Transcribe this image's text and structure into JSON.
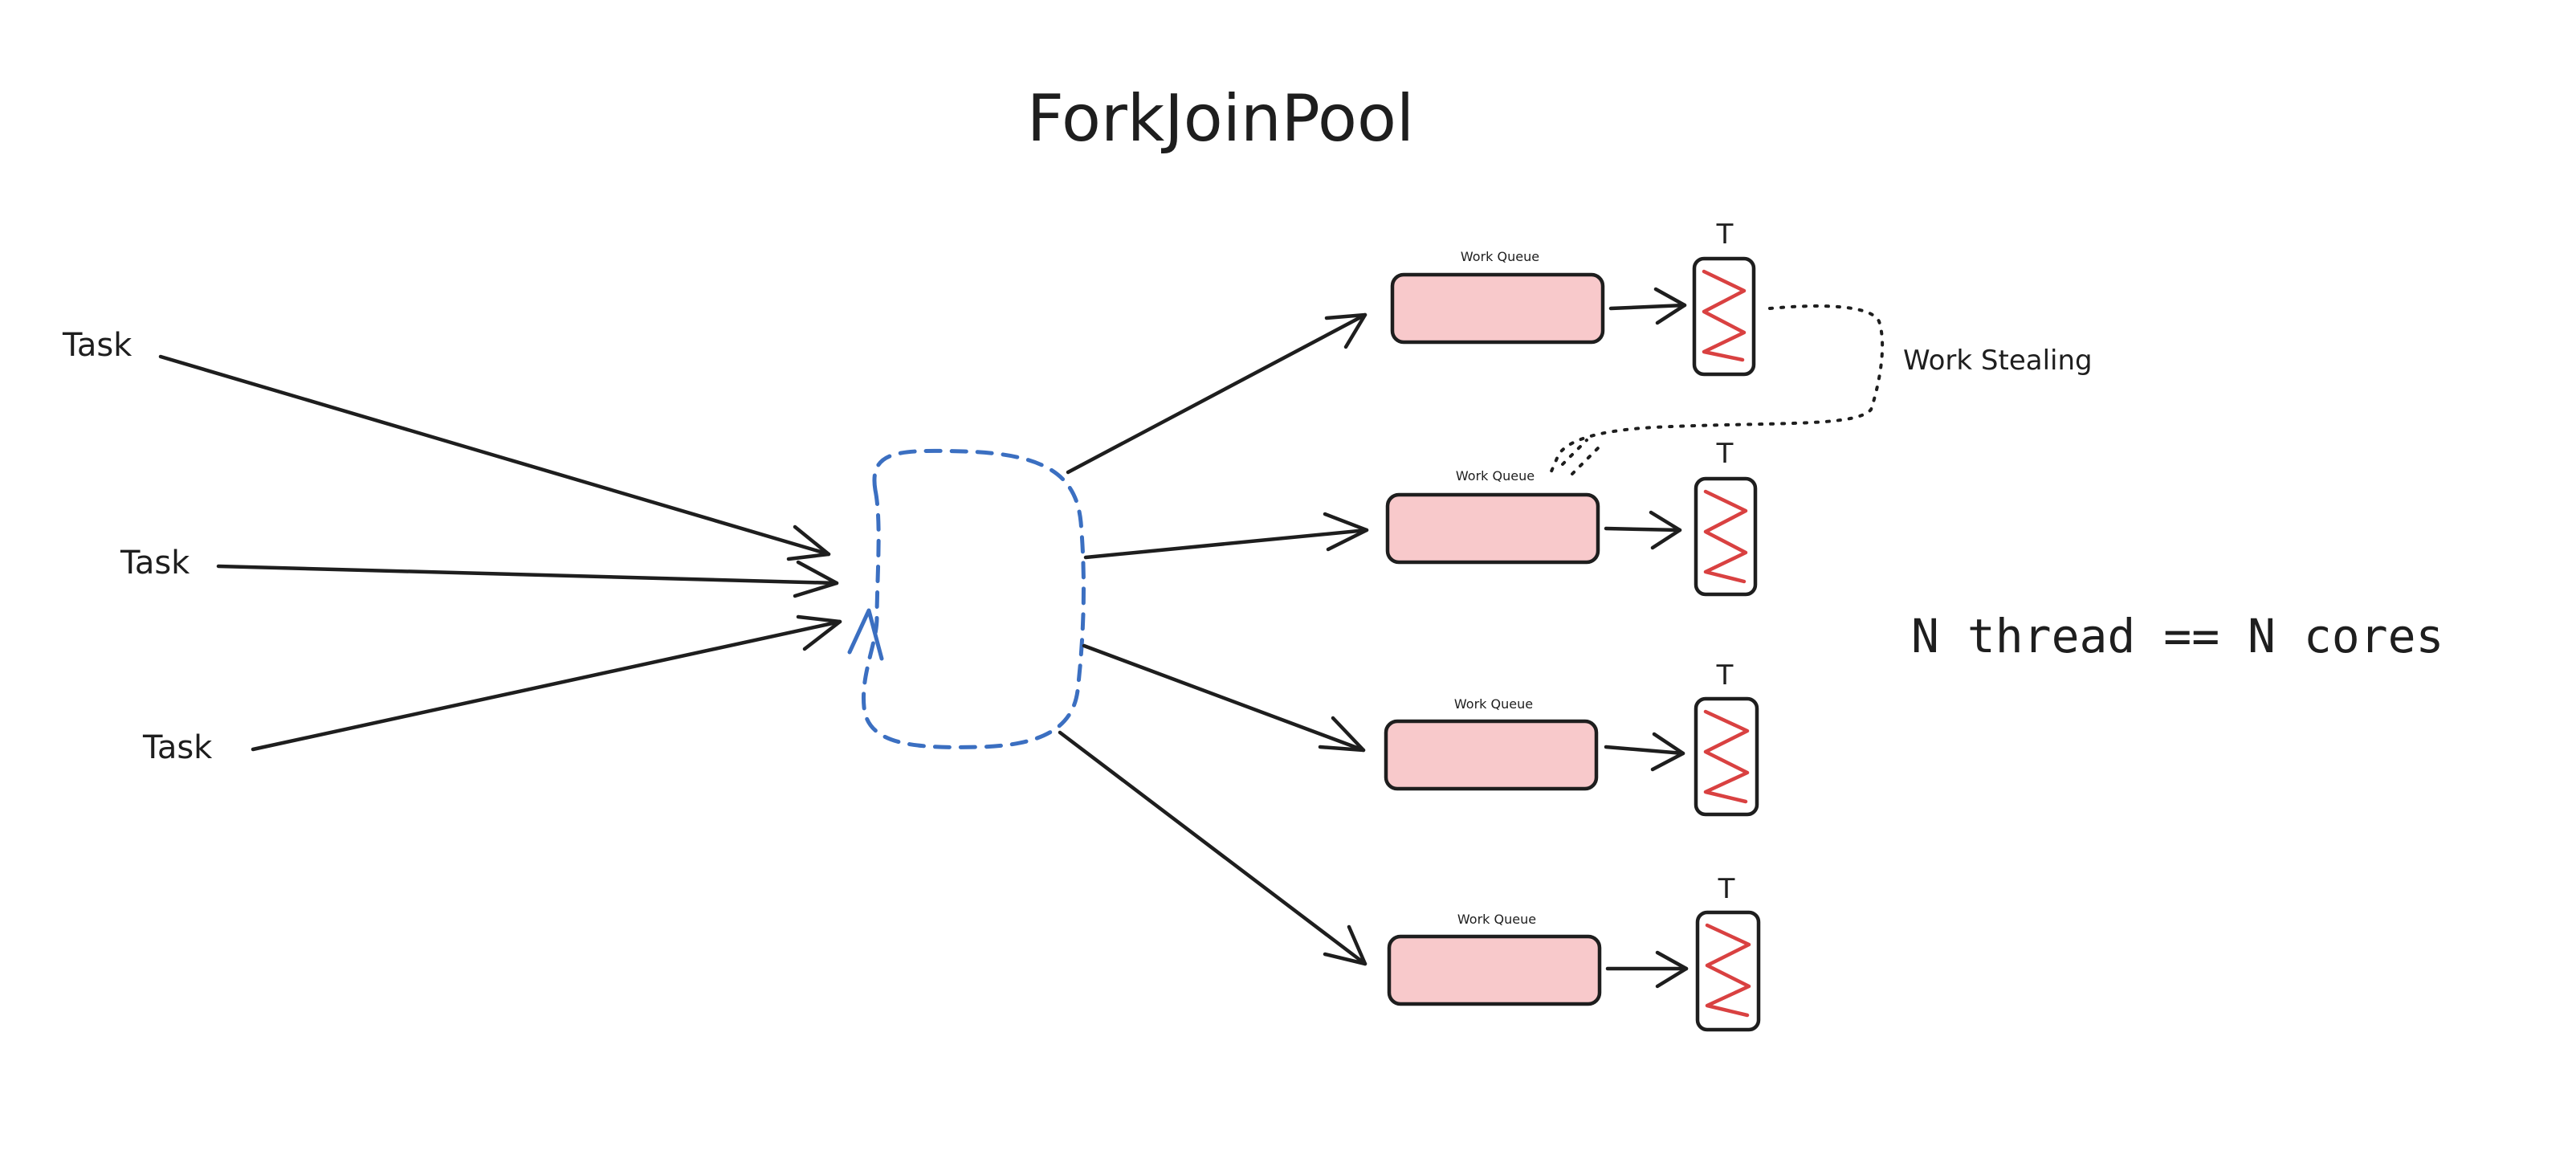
{
  "title": "ForkJoinPool",
  "tasks": [
    {
      "label": "Task"
    },
    {
      "label": "Task"
    },
    {
      "label": "Task"
    }
  ],
  "queues": [
    {
      "label": "Work Queue",
      "thread_label": "T"
    },
    {
      "label": "Work Queue",
      "thread_label": "T"
    },
    {
      "label": "Work Queue",
      "thread_label": "T"
    },
    {
      "label": "Work Queue",
      "thread_label": "T"
    }
  ],
  "work_stealing_label": "Work Stealing",
  "formula": "N thread == N cores",
  "colors": {
    "queue_fill": "#f8c9cb",
    "thread_wave": "#d94141",
    "pool_outline": "#3b6fc1",
    "ink": "#1e1e1e"
  }
}
